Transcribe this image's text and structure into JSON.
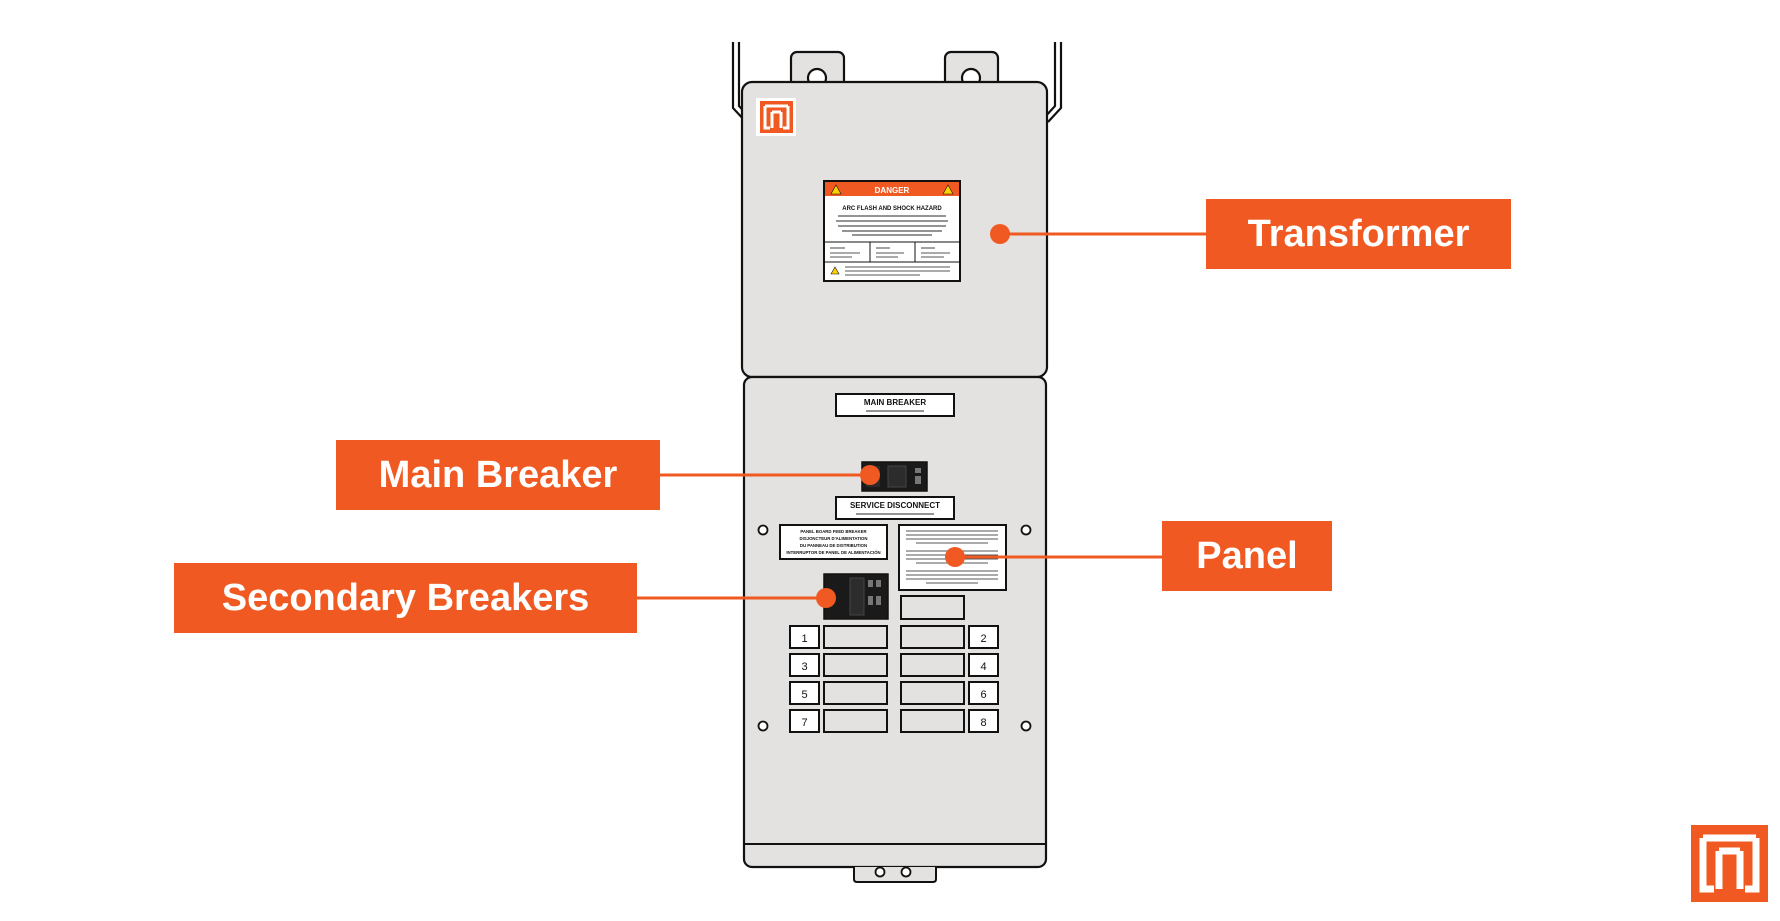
{
  "colors": {
    "accent": "#f05a22",
    "cabinet": "#e4e2e0",
    "outline": "#111111"
  },
  "callouts": {
    "transformer": "Transformer",
    "main_breaker": "Main Breaker",
    "panel": "Panel",
    "secondary_breakers": "Secondary Breakers"
  },
  "danger_label": {
    "header": "DANGER",
    "title": "ARC FLASH AND SHOCK HAZARD"
  },
  "panel_labels": {
    "main_breaker": "MAIN BREAKER",
    "service_disconnect": "SERVICE DISCONNECT",
    "panelboard_lines": [
      "PANEL BOARD FEED BREAKER",
      "DISJONCTEUR D'ALIMENTATION",
      "DU PANNEAU DE DISTRIBUTION",
      "INTERRUPTOR DE PANEL DE ALIMENTACIÓN"
    ]
  },
  "circuit_numbers": {
    "left": [
      "1",
      "3",
      "5",
      "7"
    ],
    "right": [
      "2",
      "4",
      "6",
      "8"
    ]
  },
  "icons": [
    "brand-logo-icon",
    "warning-triangle-icon",
    "breaker-switch-icon",
    "mounting-hole-icon"
  ]
}
